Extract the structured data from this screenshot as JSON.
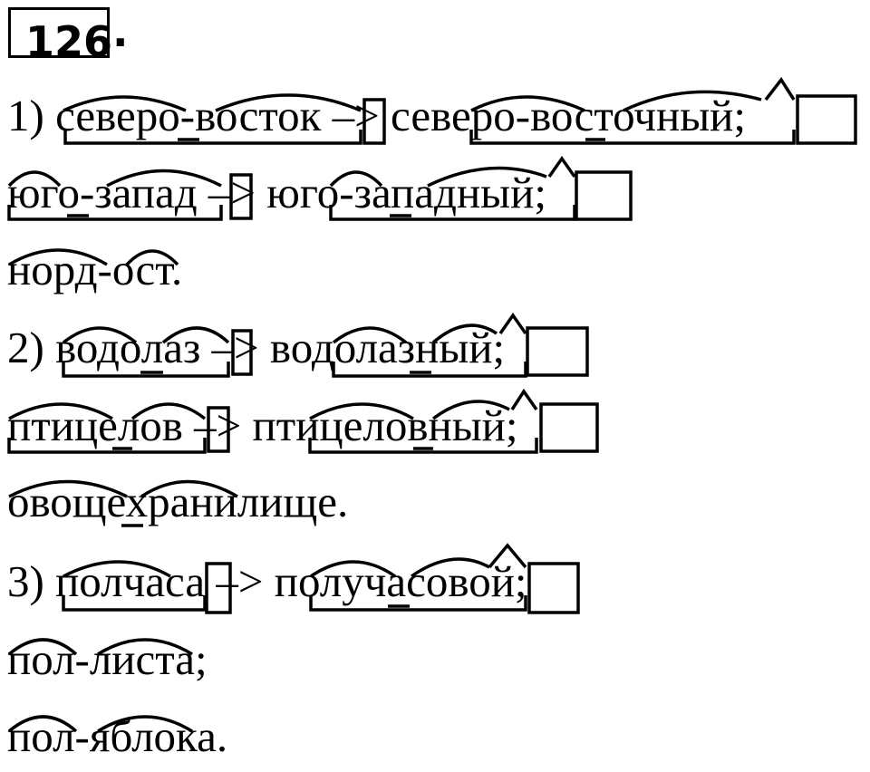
{
  "exercise": {
    "number": "126",
    "dot": "."
  },
  "lines": [
    {
      "text": "1) северо-восток  –> северо-восточный;"
    },
    {
      "text": "юго-запад  –> юго-западный;"
    },
    {
      "text": "норд-ост."
    },
    {
      "text": "2) водолаз  –> водолазный;"
    },
    {
      "text": "птицелов  –> птицеловный;"
    },
    {
      "text": "овощехранилище."
    },
    {
      "text": "3) полчаса –> получасовой;"
    },
    {
      "text": "пол-листа;"
    },
    {
      "text": "пол-яблока."
    }
  ]
}
